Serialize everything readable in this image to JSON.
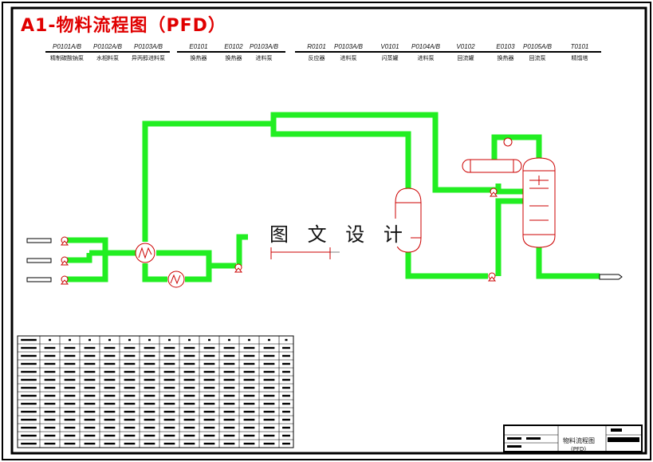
{
  "drawing": {
    "title": "A1-物料流程图（PFD）",
    "watermark": "图 文 设 计"
  },
  "equipment_header": [
    {
      "tag": "P0101A/B",
      "name": "精制碳酸钠泵"
    },
    {
      "tag": "P0102A/B",
      "name": "水相料泵"
    },
    {
      "tag": "P0103A/B",
      "name": "异丙醇进料泵"
    },
    {
      "tag": "E0101",
      "name": "换热器"
    },
    {
      "tag": "E0102",
      "name": "换热器"
    },
    {
      "tag": "P0103A/B",
      "name": "进料泵"
    },
    {
      "tag": "R0101",
      "name": "反应器"
    },
    {
      "tag": "P0103A/B",
      "name": "进料泵"
    },
    {
      "tag": "V0101",
      "name": "闪蒸罐"
    },
    {
      "tag": "P0104A/B",
      "name": "进料泵"
    },
    {
      "tag": "V0102",
      "name": "回流罐"
    },
    {
      "tag": "E0103",
      "name": "换热器"
    },
    {
      "tag": "P0105A/B",
      "name": "回流泵"
    },
    {
      "tag": "T0101",
      "name": "精馏塔"
    }
  ],
  "title_block": {
    "name": "物料流程图",
    "sub": "(PFD)"
  },
  "colors": {
    "pipe": "#22ee22",
    "equipment": "#cc0000",
    "frame": "#000000",
    "title": "#e00000"
  }
}
